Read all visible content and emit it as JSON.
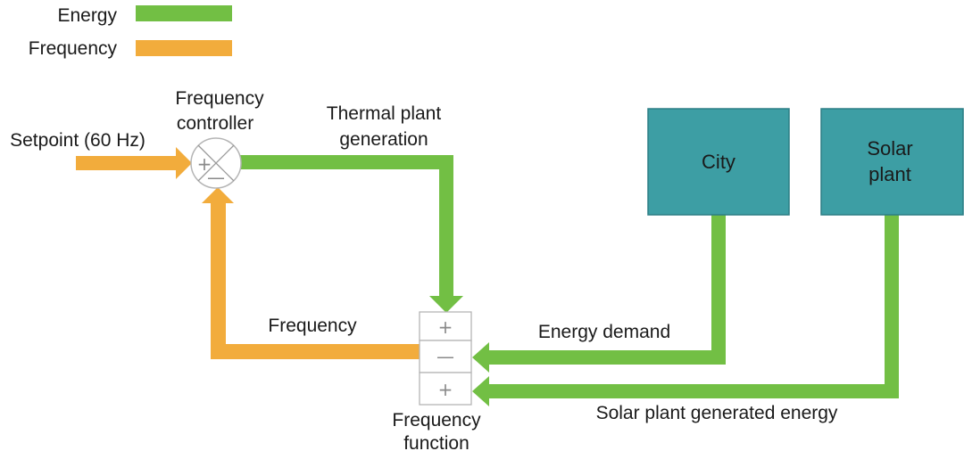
{
  "colors": {
    "energy": "#72bf44",
    "frequency": "#f2ac3c",
    "block": "#3d9ea4",
    "block_border": "#2d7f85",
    "neutral_border": "#b5b5b5"
  },
  "legend": {
    "energy": "Energy",
    "frequency": "Frequency"
  },
  "labels": {
    "setpoint": "Setpoint (60 Hz)",
    "controller_line1": "Frequency",
    "controller_line2": "controller",
    "thermal_line1": "Thermal plant",
    "thermal_line2": "generation",
    "frequency_feedback": "Frequency",
    "energy_demand": "Energy demand",
    "solar_generated": "Solar plant generated energy",
    "function_line1": "Frequency",
    "function_line2": "function"
  },
  "blocks": {
    "city": "City",
    "solar_line1": "Solar",
    "solar_line2": "plant"
  },
  "signs": {
    "controller_plus": "+",
    "controller_minus": "—",
    "function_top": "+",
    "function_middle": "—",
    "function_bottom": "+"
  },
  "icons": {
    "controller": "summing-junction-icon"
  }
}
